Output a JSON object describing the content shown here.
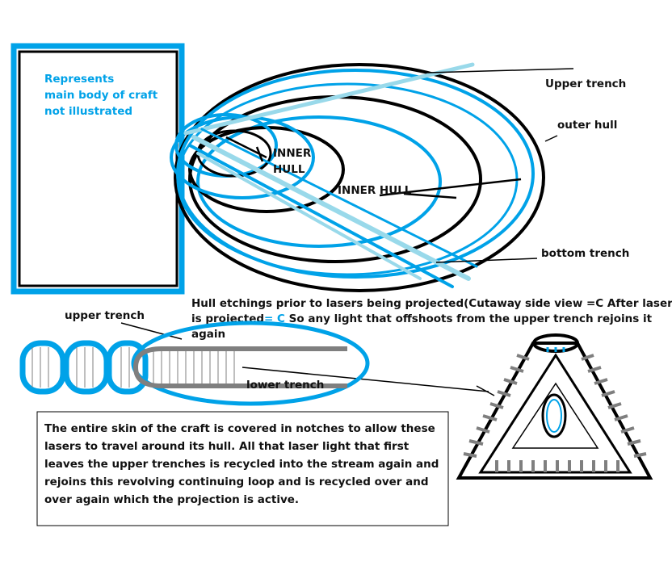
{
  "colors": {
    "blue": "#00a2e8",
    "gray": "#7f7f7f",
    "black": "#000000"
  },
  "body_box": {
    "lines": [
      "Represents",
      "main body of craft",
      "not illustrated"
    ]
  },
  "labels": {
    "inner_hull_small": [
      "INNER",
      "HULL"
    ],
    "inner_hull_large": "INNER HULL",
    "upper_trench_top": "Upper trench",
    "outer_hull": "outer hull",
    "bottom_trench": "bottom trench",
    "upper_trench_side": "upper trench",
    "lower_trench": "lower trench"
  },
  "caption": {
    "line1": "Hull etchings prior to lasers being projected(Cutaway side view =C After laser",
    "line2_a": "is projected",
    "line2_b": "= C",
    "line2_c": " So any light that offshoots from the upper trench rejoins it",
    "line3": "again"
  },
  "description_box": {
    "lines": [
      "The entire skin of the craft is covered in notches to allow these",
      "lasers to travel around its hull. All that laser light that first",
      "leaves the upper trenches is recycled into the stream again and",
      "rejoins this revolving continuing loop and is recycled over and",
      "over again which the projection is  active."
    ]
  }
}
